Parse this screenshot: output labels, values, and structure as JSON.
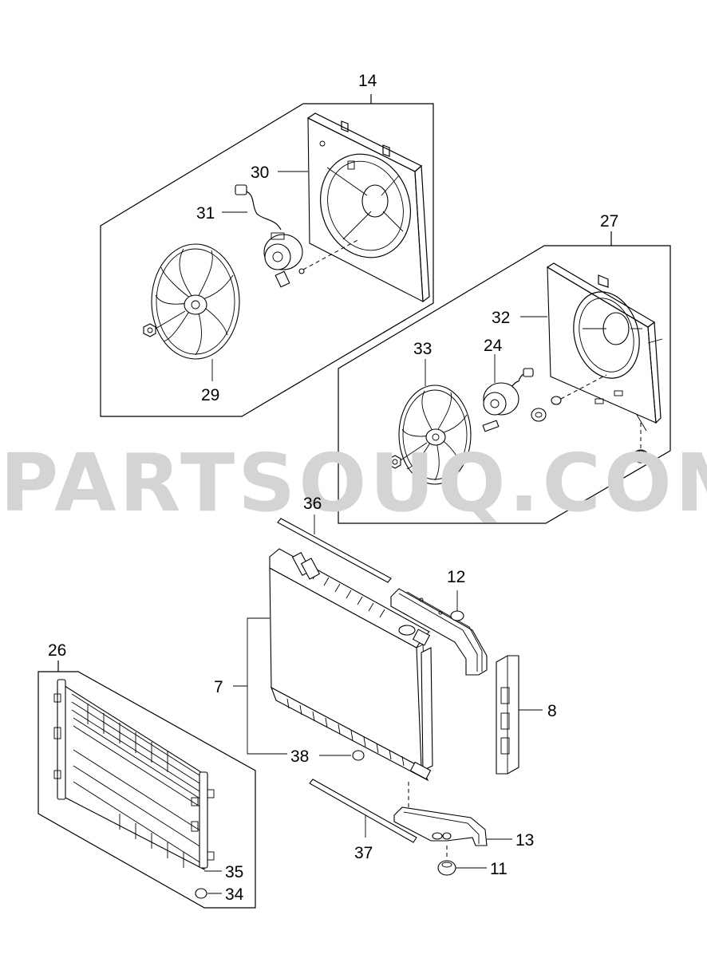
{
  "watermark": "PARTSOUQ.COM",
  "callouts": {
    "c14": "14",
    "c30": "30",
    "c31": "31",
    "c29": "29",
    "c27": "27",
    "c32": "32",
    "c33": "33",
    "c24": "24",
    "c36": "36",
    "c12": "12",
    "c26": "26",
    "c7": "7",
    "c8": "8",
    "c38": "38",
    "c37": "37",
    "c13": "13",
    "c11": "11",
    "c35": "35",
    "c34": "34"
  }
}
